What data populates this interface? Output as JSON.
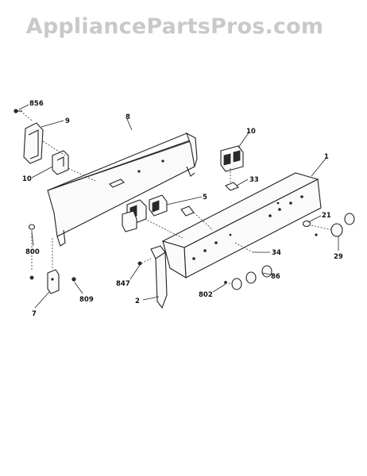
{
  "watermark": "AppliancePartsPros.com",
  "callouts": {
    "c856": "856",
    "c9": "9",
    "c8": "8",
    "c10a": "10",
    "c10b": "10",
    "c1": "1",
    "c33": "33",
    "c5": "5",
    "c21": "21",
    "c29": "29",
    "c800": "800",
    "c34": "34",
    "c847": "847",
    "c86": "86",
    "c802": "802",
    "c809": "809",
    "c2": "2",
    "c7": "7"
  }
}
